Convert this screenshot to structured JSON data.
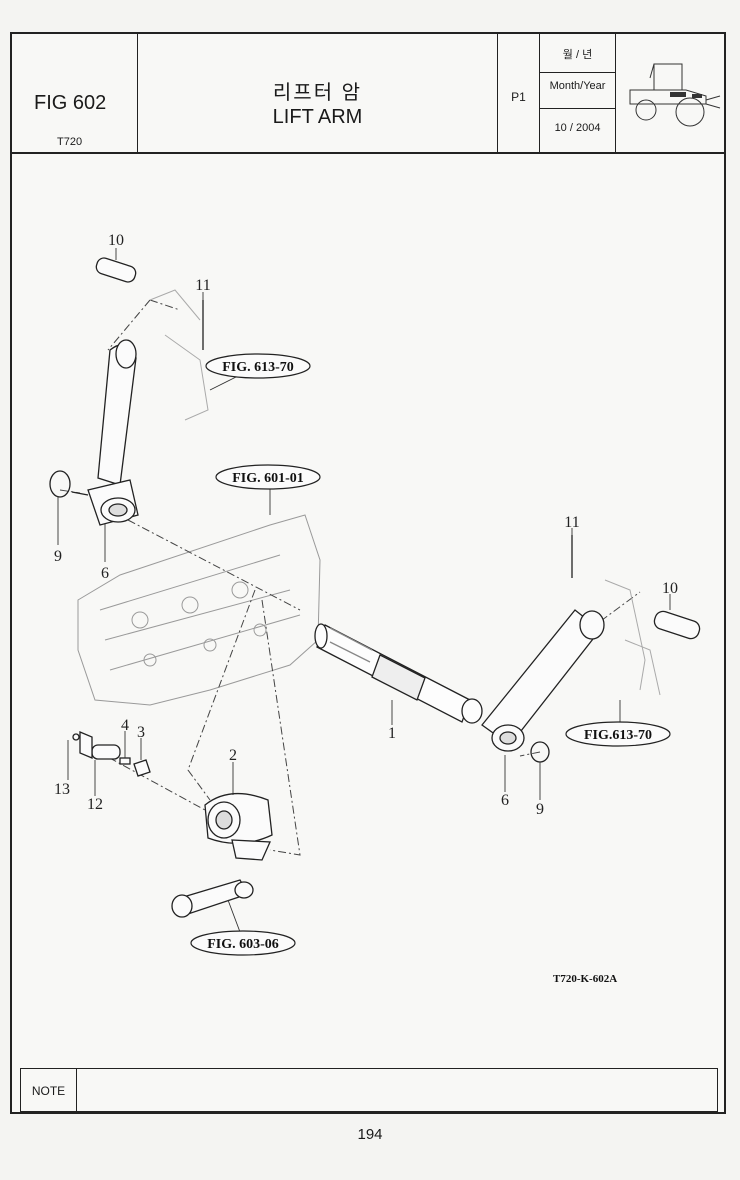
{
  "header": {
    "fig": "FIG 602",
    "model": "T720",
    "title_kor": "리프터 암",
    "title_eng": "LIFT ARM",
    "page_code": "P1",
    "month_kor": "월 / 년",
    "month_label": "Month/Year",
    "month_value": "10 / 2004"
  },
  "callouts": {
    "p1": "1",
    "p2": "2",
    "p3": "3",
    "p4": "4",
    "p6a": "6",
    "p6b": "6",
    "p9a": "9",
    "p9b": "9",
    "p10a": "10",
    "p10b": "10",
    "p11a": "11",
    "p11b": "11",
    "p12": "12",
    "p13": "13"
  },
  "refs": {
    "r1": "FIG. 613-70",
    "r2": "FIG. 601-01",
    "r3": "FIG.613-70",
    "r4": "FIG. 603-06"
  },
  "drawing_code": "T720-K-602A",
  "note_label": "NOTE",
  "page_number": "194"
}
